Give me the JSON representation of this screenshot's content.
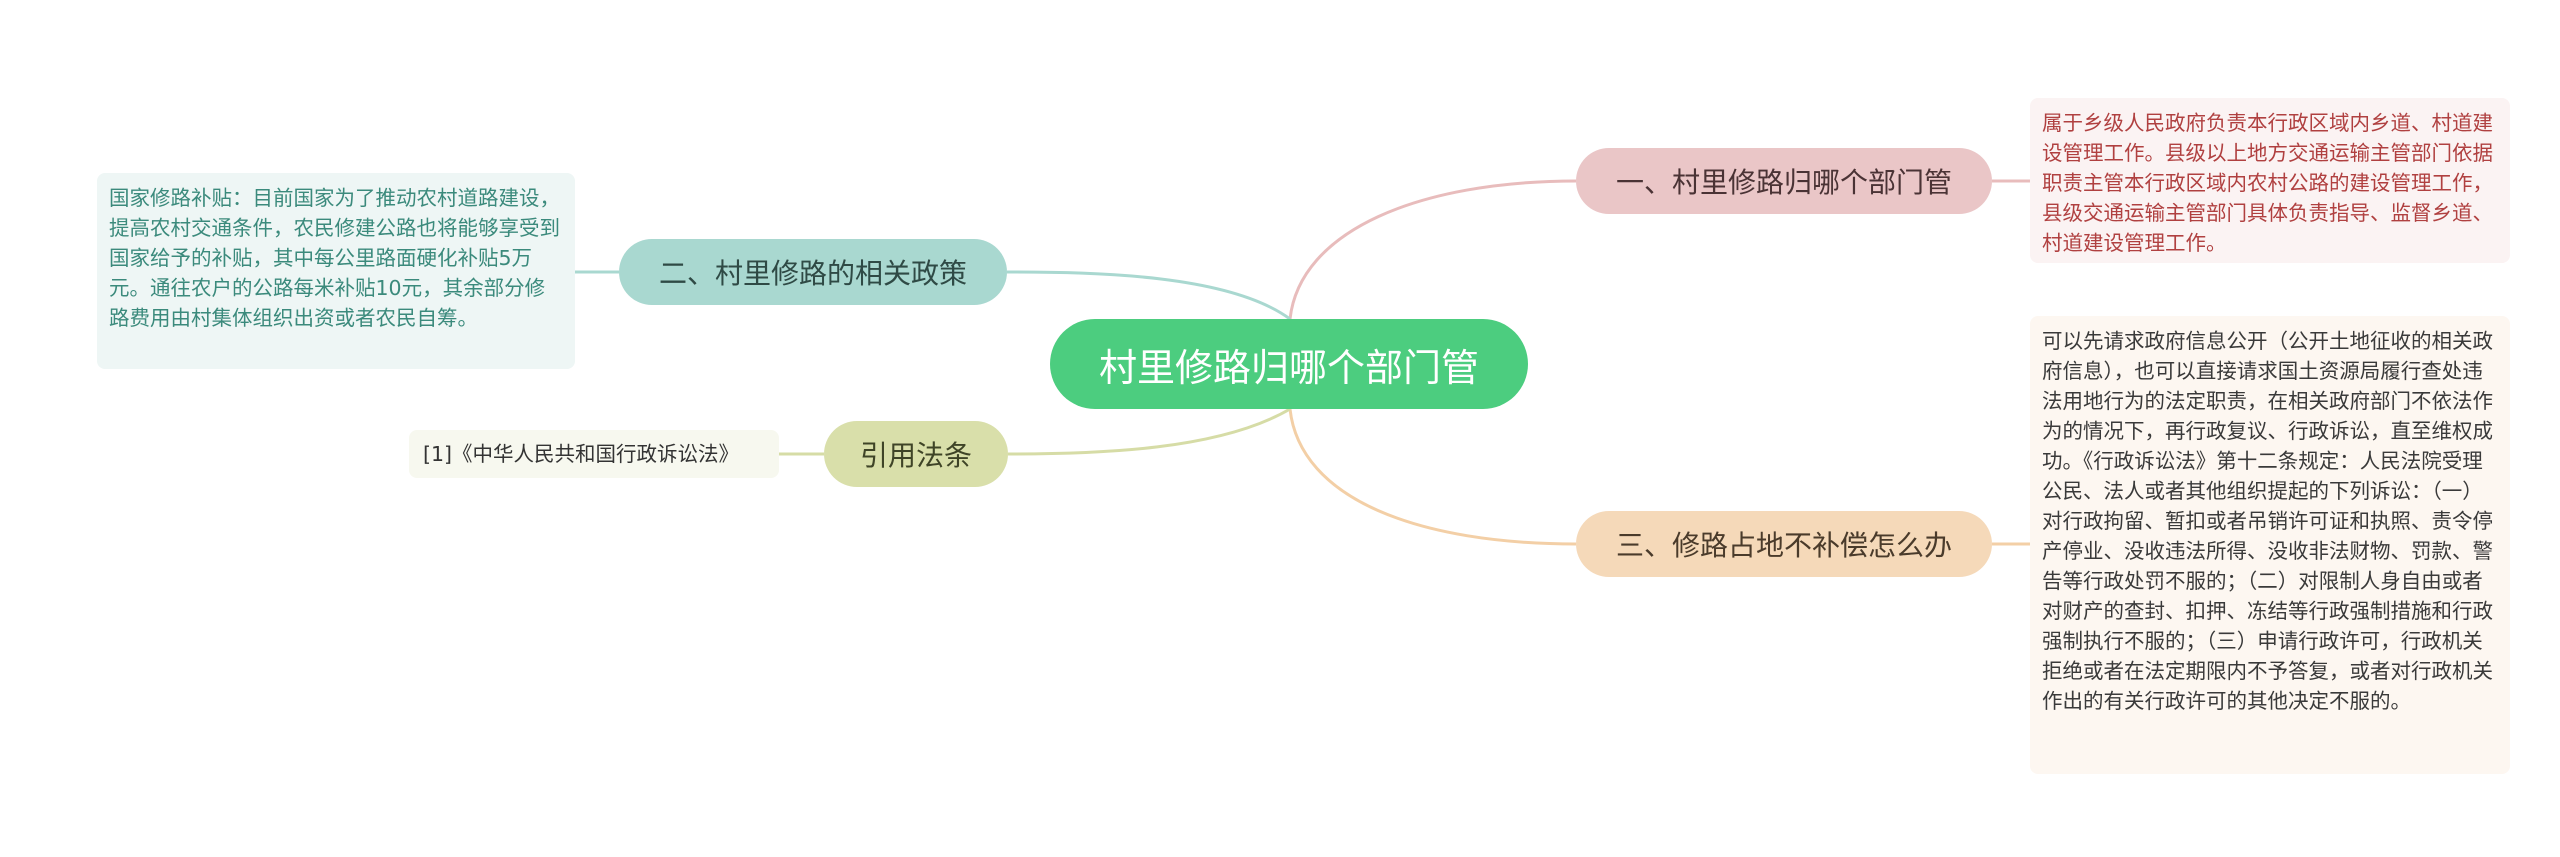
{
  "root": {
    "label": "村里修路归哪个部门管"
  },
  "branches": [
    {
      "label": "一、村里修路归哪个部门管",
      "color": "#eac6c7",
      "line_color": "#e8bcbc"
    },
    {
      "label": "二、村里修路的相关政策",
      "color": "#a9d8d0",
      "line_color": "#a9d8d0"
    },
    {
      "label": "三、修路占地不补偿怎么办",
      "color": "#f5d9b9",
      "line_color": "#f3cfa6"
    },
    {
      "label": "引用法条",
      "color": "#d9dfaa",
      "line_color": "#d6dca6"
    }
  ],
  "leaves": [
    {
      "text": "属于乡级人民政府负责本行政区域内乡道、村道建设管理工作。县级以上地方交通运输主管部门依据职责主管本行政区域内农村公路的建设管理工作，县级交通运输主管部门具体负责指导、监督乡道、村道建设管理工作。"
    },
    {
      "text": "国家修路补贴：目前国家为了推动农村道路建设，提高农村交通条件，农民修建公路也将能够享受到国家给予的补贴，其中每公里路面硬化补贴5万元。通往农户的公路每米补贴10元，其余部分修路费用由村集体组织出资或者农民自筹。"
    },
    {
      "text": "可以先请求政府信息公开（公开土地征收的相关政府信息），也可以直接请求国土资源局履行查处违法用地行为的法定职责，在相关政府部门不依法作为的情况下，再行政复议、行政诉讼，直至维权成功。《行政诉讼法》第十二条规定：人民法院受理公民、法人或者其他组织提起的下列诉讼：（一）对行政拘留、暂扣或者吊销许可证和执照、责令停产停业、没收违法所得、没收非法财物、罚款、警告等行政处罚不服的；（二）对限制人身自由或者对财产的查封、扣押、冻结等行政强制措施和行政强制执行不服的；（三）申请行政许可，行政机关拒绝或者在法定期限内不予答复，或者对行政机关作出的有关行政许可的其他决定不服的。"
    },
    {
      "text": "[1]《中华人民共和国行政诉讼法》"
    }
  ],
  "colors": {
    "root": "#4ccd7f",
    "background": "#ffffff"
  }
}
